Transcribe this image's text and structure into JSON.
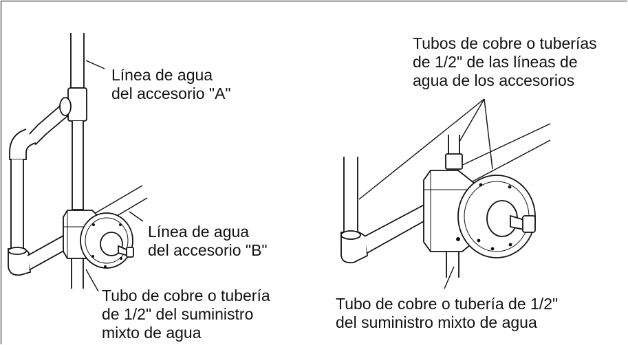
{
  "labels": {
    "line_a": [
      "Línea de agua",
      "del accesorio \"A\""
    ],
    "line_b": [
      "Línea de agua",
      "del accesorio \"B\""
    ],
    "supply_left": [
      "Tubo de cobre o tubería",
      "de 1/2\" del suministro",
      "mixto de agua"
    ],
    "fixture_tubes": [
      "Tubos de cobre o tuberías",
      "de 1/2\" de las líneas de",
      "agua de los accesorios"
    ],
    "supply_right": [
      "Tubo de cobre o tubería de 1/2\"",
      "del suministro mixto de agua"
    ]
  }
}
